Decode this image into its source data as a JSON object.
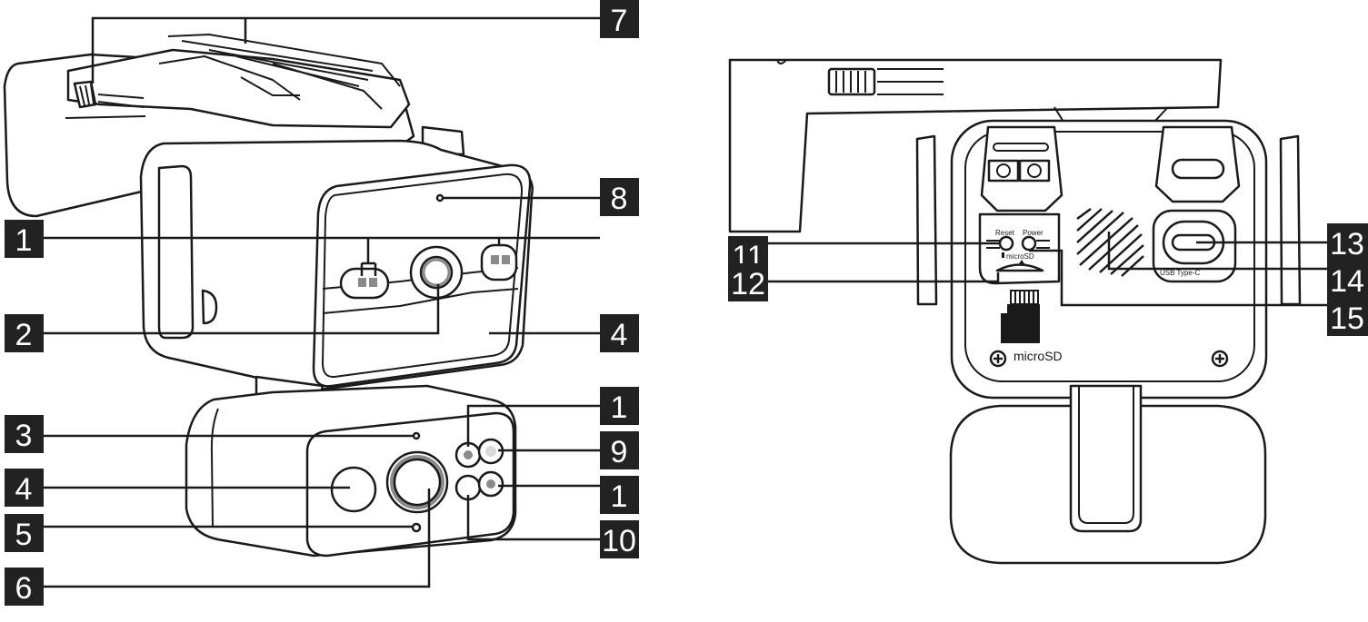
{
  "callouts": [
    {
      "id": "c7",
      "label": "7"
    },
    {
      "id": "c8",
      "label": "8"
    },
    {
      "id": "c1a",
      "label": "1"
    },
    {
      "id": "c2",
      "label": "2"
    },
    {
      "id": "c4a",
      "label": "4"
    },
    {
      "id": "c1b",
      "label": "1"
    },
    {
      "id": "c3",
      "label": "3"
    },
    {
      "id": "c9",
      "label": "9"
    },
    {
      "id": "c4b",
      "label": "4"
    },
    {
      "id": "c1c",
      "label": "1"
    },
    {
      "id": "c5",
      "label": "5"
    },
    {
      "id": "c10",
      "label": "10"
    },
    {
      "id": "c6",
      "label": "6"
    },
    {
      "id": "c13",
      "label": "13"
    },
    {
      "id": "c11",
      "label": "11"
    },
    {
      "id": "c14",
      "label": "14"
    },
    {
      "id": "c12",
      "label": "12"
    },
    {
      "id": "c15",
      "label": "15"
    }
  ],
  "rear_labels": {
    "reset": "Reset",
    "power": "Power",
    "microsd_small": "microSD",
    "usb": "USB Type-C",
    "microsd": "microSD"
  }
}
